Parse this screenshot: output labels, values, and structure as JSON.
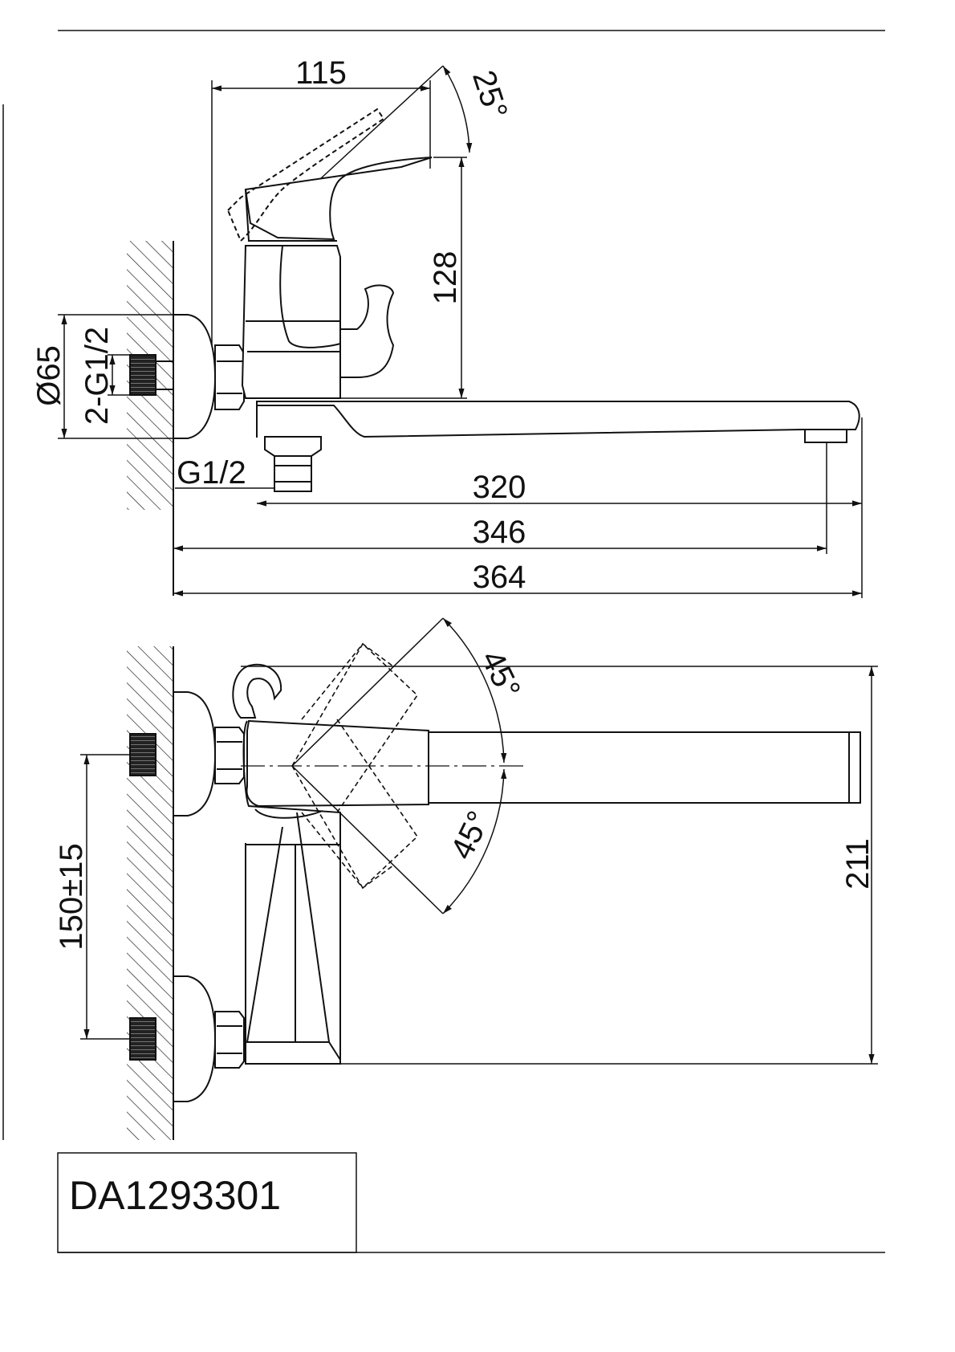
{
  "side_view": {
    "dim_top_width": "115",
    "dim_handle_angle": "25°",
    "dim_height": "128",
    "dim_flange_diameter": "Ø65",
    "dim_inlet_thread": "2-G1/2",
    "dim_outlet_thread": "G1/2",
    "dim_spout_320": "320",
    "dim_spout_346": "346",
    "dim_total_364": "364"
  },
  "top_view": {
    "dim_angle_upper": "45°",
    "dim_angle_lower": "45°",
    "dim_inlet_spacing": "150±15",
    "dim_depth": "211"
  },
  "model_code": "DA1293301"
}
